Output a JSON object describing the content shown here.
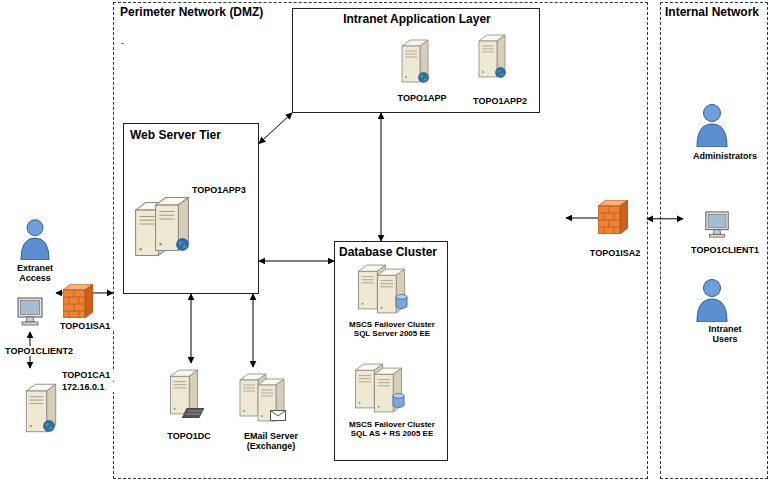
{
  "diagram": {
    "nodes": [
      {
        "text": [
          "Perimeter Network (DMZ)"
        ]
      },
      {
        "text": [
          "Internal Network"
        ]
      },
      {
        "text": [
          "Intranet Application Layer"
        ],
        "in": 0
      },
      {
        "text": [
          "TOPO1APP"
        ],
        "in": 2
      },
      {
        "text": [
          "TOPO1APP2"
        ],
        "in": 2
      },
      {
        "text": [
          "Web Server Tier"
        ],
        "in": 0
      },
      {
        "text": [
          "TOPO1APP3"
        ],
        "in": 5
      },
      {
        "text": [
          "Database Cluster"
        ],
        "in": 0
      },
      {
        "text": [
          "MSCS Failover Cluster SQL Server 2005 EE"
        ],
        "in": 7
      },
      {
        "text": [
          "MSCS Failover Cluster SQL AS + RS 2005 EE"
        ],
        "in": 7
      },
      {
        "text": [
          "Extranet Access"
        ]
      },
      {
        "text": [
          "TOPO1CLIENT2"
        ]
      },
      {
        "text": [
          "TOPO1ISA1"
        ]
      },
      {
        "text": [
          "TOPO1CA1",
          "172.16.0.1"
        ]
      },
      {
        "text": [
          "TOPO1DC"
        ],
        "in": 0
      },
      {
        "text": [
          "EMail Server (Exchange)"
        ],
        "in": 0
      },
      {
        "text": [
          "TOPO1ISA2"
        ],
        "in": 0
      },
      {
        "text": [
          "Administrators"
        ],
        "in": 1
      },
      {
        "text": [
          "TOPO1CLIENT1"
        ],
        "in": 1
      },
      {
        "text": [
          "Intranet Users"
        ],
        "in": 1
      }
    ],
    "edges": [
      {
        "from": 5,
        "to": 2,
        "arrow": "both"
      },
      {
        "from": 2,
        "to": 7,
        "arrow": "both"
      },
      {
        "from": 5,
        "to": 7,
        "arrow": "both"
      },
      {
        "from": 5,
        "to": 14,
        "arrow": "both"
      },
      {
        "from": 5,
        "to": 15,
        "arrow": "both"
      },
      {
        "from": 11,
        "to": 0,
        "arrow": "both"
      },
      {
        "from": 11,
        "to": 13,
        "arrow": "both"
      },
      {
        "from": 16,
        "to": 18,
        "arrow": "both"
      }
    ],
    "labels": [
      "-"
    ]
  }
}
